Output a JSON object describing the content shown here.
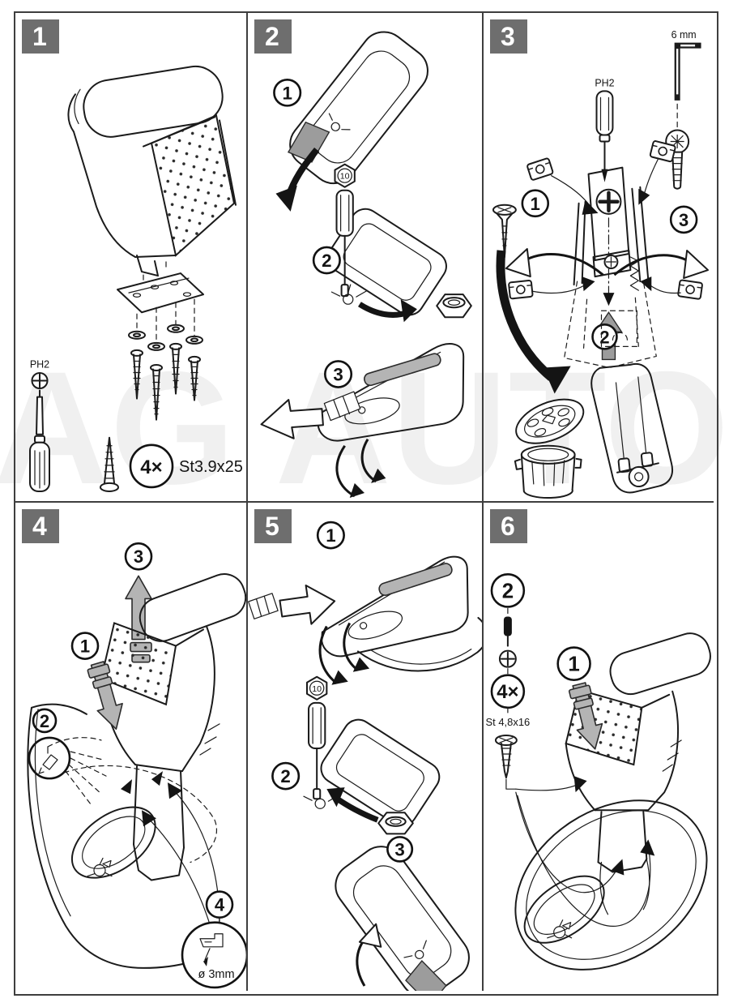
{
  "page": {
    "watermark": "AG AUTO"
  },
  "panels": {
    "p1": {
      "number": "1",
      "ph2_label": "PH2",
      "qty": "4×",
      "spec": "St3.9x25"
    },
    "p2": {
      "number": "2",
      "step1": "1",
      "step2": "2",
      "step3": "3",
      "socket_size": "10"
    },
    "p3": {
      "number": "3",
      "allen_size": "6 mm",
      "ph2_label": "PH2",
      "step1": "1",
      "step2": "2",
      "step3": "3"
    },
    "p4": {
      "number": "4",
      "step1": "1",
      "step2": "2",
      "step3": "3",
      "step4": "4",
      "drill_spec": "ø 3mm"
    },
    "p5": {
      "number": "5",
      "step1": "1",
      "step2": "2",
      "step3": "3",
      "socket_size": "10"
    },
    "p6": {
      "number": "6",
      "step1": "1",
      "step2": "2",
      "qty": "4×",
      "spec": "St 4,8x16"
    }
  }
}
